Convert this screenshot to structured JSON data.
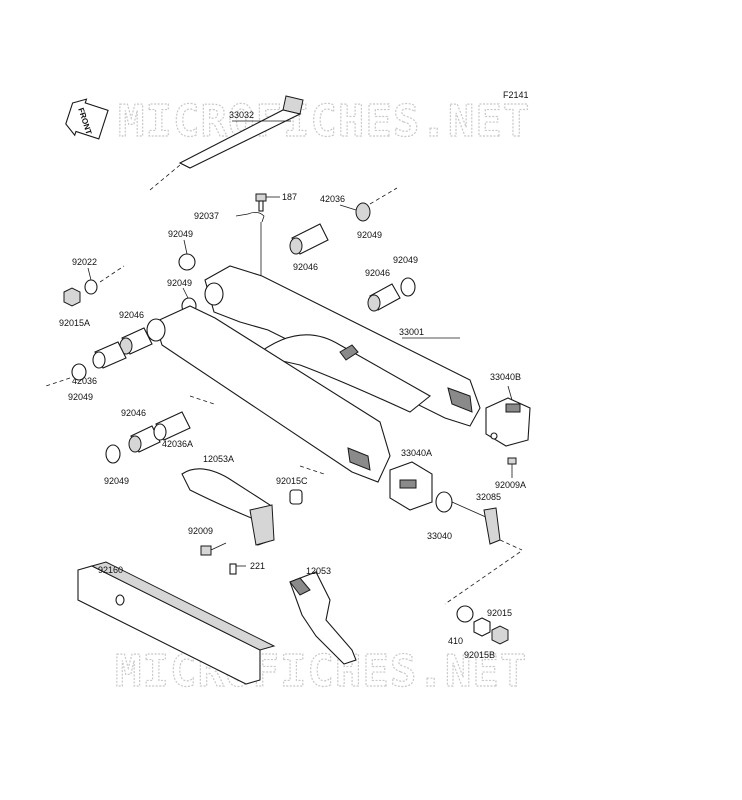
{
  "figure_code": "F2141",
  "watermark": "MICROFICHES.NET",
  "front_arrow": "FRONT",
  "labels": {
    "p33032": "33032",
    "p187": "187",
    "p42036_top": "42036",
    "p92037": "92037",
    "p92049_a": "92049",
    "p92049_b": "92049",
    "p92046_a": "92046",
    "p92046_b": "92046",
    "p92049_c": "92049",
    "p92022": "92022",
    "p92049_d": "92049",
    "p92015A": "92015A",
    "p92046_c": "92046",
    "p33001": "33001",
    "p42036_left": "42036",
    "p92049_e": "92049",
    "p33040B": "33040B",
    "p92046_d": "92046",
    "p42036A": "42036A",
    "p92049_f": "92049",
    "p12053A": "12053A",
    "p33040A": "33040A",
    "p92009A": "92009A",
    "p92015C": "92015C",
    "p32085": "32085",
    "p33040": "33040",
    "p92009": "92009",
    "p221": "221",
    "p92160": "92160",
    "p12053": "12053",
    "p92015": "92015",
    "p410": "410",
    "p92015B": "92015B"
  }
}
